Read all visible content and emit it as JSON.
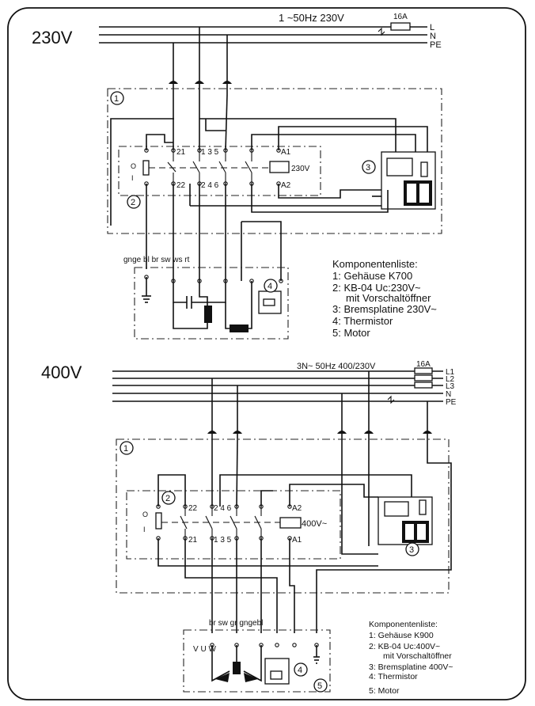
{
  "top": {
    "voltage_label": "230V",
    "supply_label": "1 ~50Hz 230V",
    "fuse_label": "16A",
    "line_labels": [
      "L",
      "N",
      "PE"
    ],
    "ref_housing": "1",
    "ref_contactor": "2",
    "ref_brake": "3",
    "ref_thermistor": "4",
    "terminal_labels": [
      "21",
      "1 3 5",
      "A1",
      "22",
      "2 4 6",
      "A2"
    ],
    "coil_label": "230V",
    "cable_colors": "gnge bl br sw ws rt",
    "components_title": "Komponentenliste:",
    "components": [
      "1: Gehäuse K700",
      "2: KB-04 Uc:230V~",
      "mit Vorschaltöffner",
      "3: Bremsplatine 230V~",
      "4: Thermistor",
      "5: Motor"
    ]
  },
  "bottom": {
    "voltage_label": "400V",
    "supply_label": "3N~ 50Hz 400/230V",
    "fuse_label": "16A",
    "line_labels": [
      "L1",
      "L2",
      "L3",
      "N",
      "PE"
    ],
    "ref_housing": "1",
    "ref_contactor": "2",
    "ref_brake": "3",
    "ref_thermistor": "4",
    "ref_motor": "5",
    "terminal_labels": [
      "22",
      "2 4 6",
      "A2",
      "21",
      "1 3 5",
      "A1"
    ],
    "coil_label": "400V~",
    "cable_colors": "br sw gr gngebl",
    "motor_terminals": "V U W",
    "components_title": "Komponentenliste:",
    "components": [
      "1: Gehäuse K900",
      "2: KB-04 Uc:400V~",
      "mit Vorschaltöffner",
      "3: Bremsplatine 400V~",
      "4: Thermistor",
      "5: Motor"
    ]
  }
}
